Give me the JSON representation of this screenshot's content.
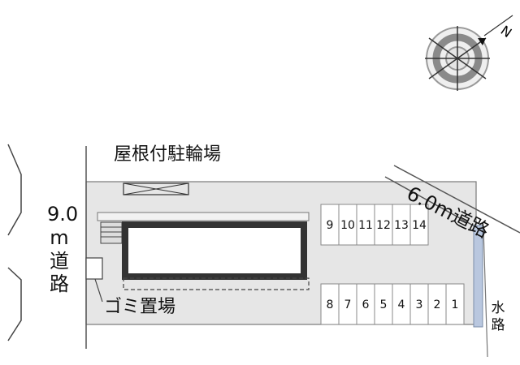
{
  "labels": {
    "bicycle_parking": "屋根付駐輪場",
    "garbage_area": "ゴミ置場",
    "road_east": "6.0m道路",
    "road_west": [
      "9.0",
      "m",
      "道",
      "路"
    ],
    "waterway": [
      "水",
      "路"
    ],
    "compass": "N"
  },
  "parking_top": [
    "9",
    "10",
    "11",
    "12",
    "13",
    "14"
  ],
  "parking_bottom": [
    "8",
    "7",
    "6",
    "5",
    "4",
    "3",
    "2",
    "1"
  ],
  "colors": {
    "lot": "#e6e6e6",
    "building_frame": "#333333",
    "waterway": "#b9c7df",
    "lines": "#555555"
  }
}
